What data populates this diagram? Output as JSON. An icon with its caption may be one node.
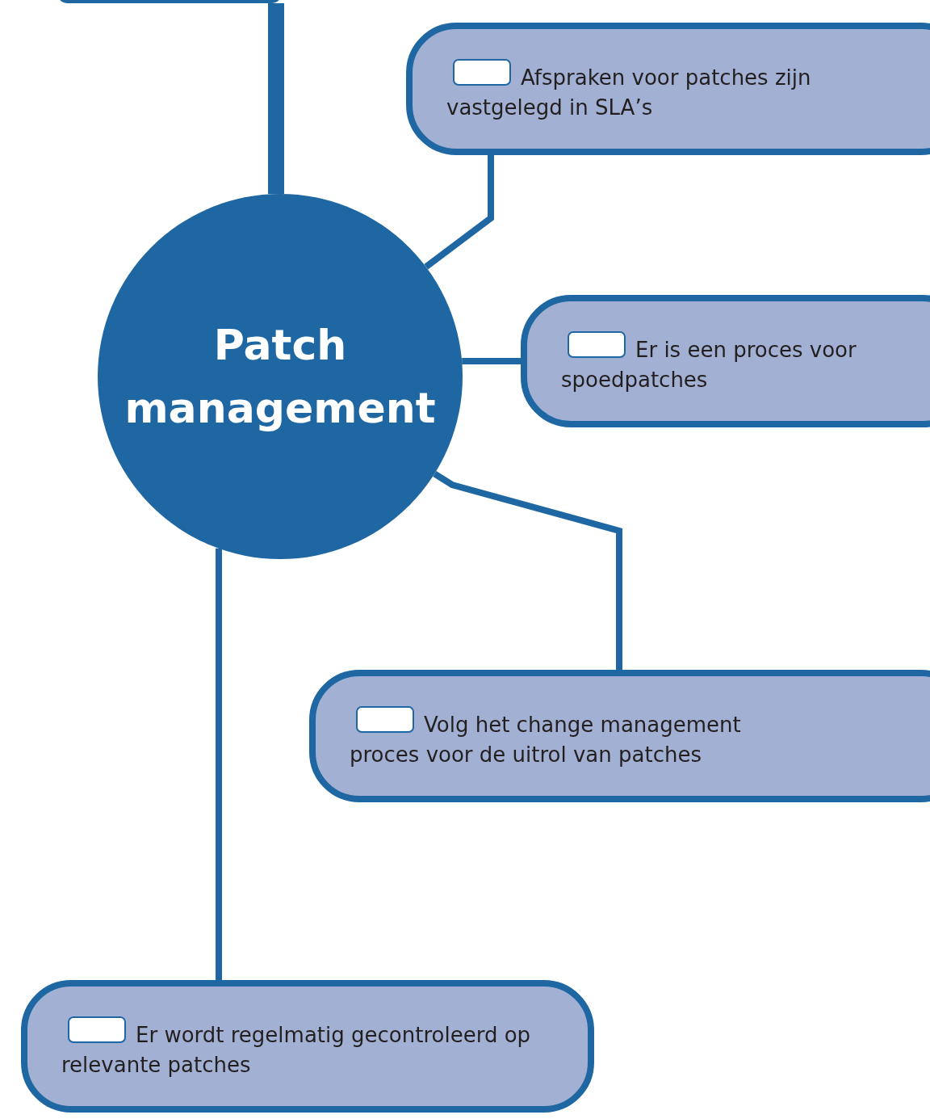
{
  "diagram": {
    "nodes": [
      {
        "text": [],
        "shape": "box"
      },
      {
        "text": [
          "Patch management"
        ]
      },
      {
        "text": [
          "Afspraken voor patches zijn vastgelegd in SLA’s"
        ]
      },
      {
        "text": [
          "Er is een proces voor spoedpatches"
        ]
      },
      {
        "text": [
          "Volg het change management proces voor de uitrol van patches"
        ]
      },
      {
        "text": [
          "Er wordt regelmatig gecontroleerd op relevante patches"
        ]
      }
    ],
    "edges": [
      {
        "from": 1,
        "to": 0,
        "arrow": "none",
        "style": "thick"
      },
      {
        "from": 1,
        "to": 2,
        "arrow": "none"
      },
      {
        "from": 1,
        "to": 3,
        "arrow": "none"
      },
      {
        "from": 1,
        "to": 4,
        "arrow": "none"
      },
      {
        "from": 1,
        "to": 5,
        "arrow": "none"
      }
    ]
  }
}
